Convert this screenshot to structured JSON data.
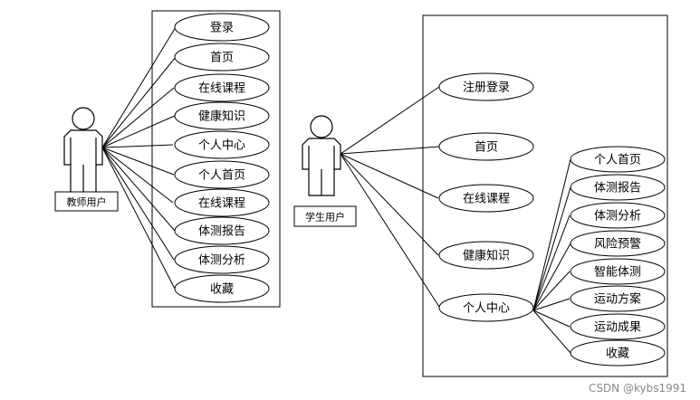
{
  "teacher": {
    "actor_label": "教师用户",
    "use_cases": [
      "登录",
      "首页",
      "在线课程",
      "健康知识",
      "个人中心",
      "个人首页",
      "在线课程",
      "体测报告",
      "体测分析",
      "收藏"
    ]
  },
  "student": {
    "actor_label": "学生用户",
    "use_cases": [
      "注册登录",
      "首页",
      "在线课程",
      "健康知识",
      "个人中心"
    ],
    "personal_center_items": [
      "个人首页",
      "体测报告",
      "体测分析",
      "风险预警",
      "智能体测",
      "运动方案",
      "运动成果",
      "收藏"
    ]
  },
  "watermark": "CSDN @kybs1991"
}
